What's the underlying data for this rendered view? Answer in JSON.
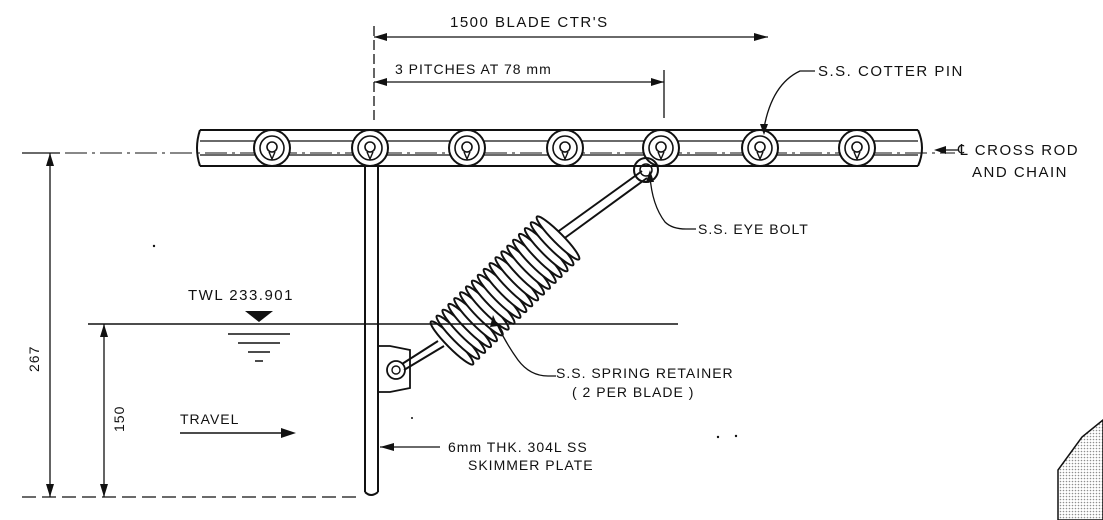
{
  "labels": {
    "blade_centers": "1500 BLADE CTR'S",
    "pitches": "3 PITCHES AT 78 mm",
    "cotter_pin": "S.S. COTTER PIN",
    "cross_rod_line1": "℄ CROSS ROD",
    "cross_rod_line2": "AND CHAIN",
    "eye_bolt": "S.S. EYE BOLT",
    "twl": "TWL 233.901",
    "spring_retainer_line1": "S.S. SPRING RETAINER",
    "spring_retainer_line2": "( 2 PER BLADE )",
    "travel": "TRAVEL",
    "plate_line1": "6mm THK. 304L SS",
    "plate_line2": "SKIMMER PLATE",
    "dim_total": "267",
    "dim_water": "150"
  },
  "colors": {
    "ink": "#111111",
    "hatch": "#9a9a9a"
  }
}
